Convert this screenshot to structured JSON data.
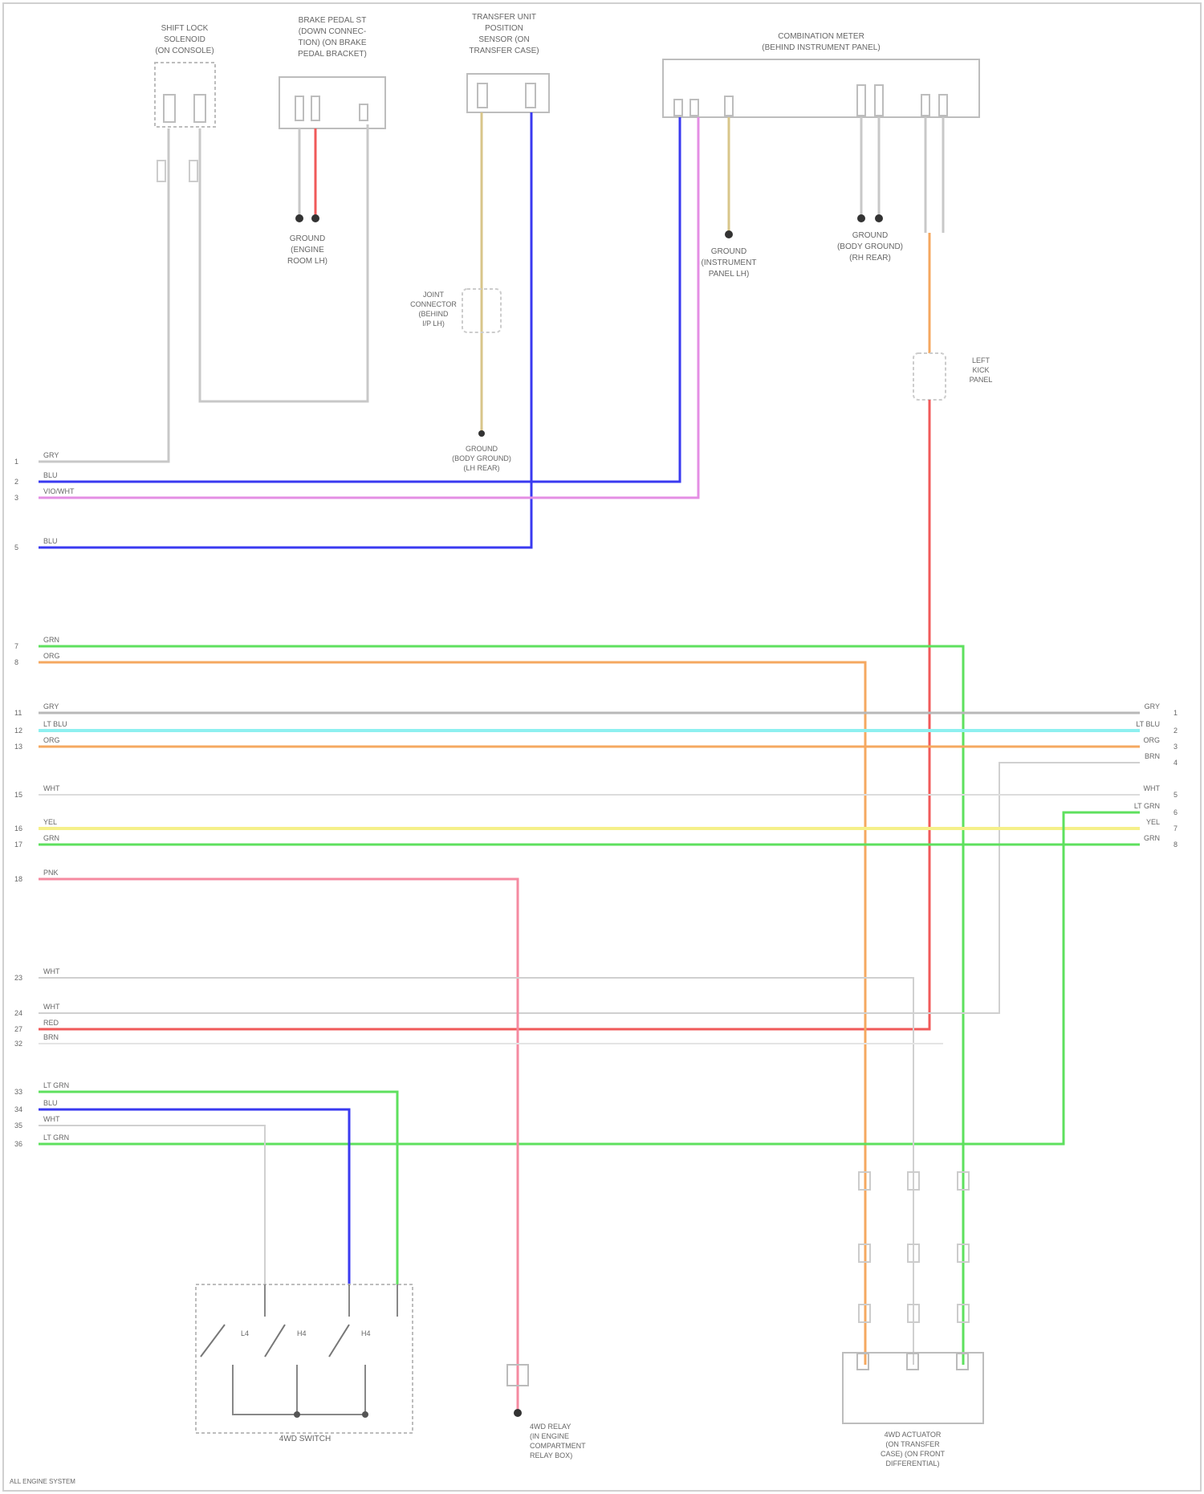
{
  "diagram": {
    "footer_code": "ALL ENGINE SYSTEM",
    "components": {
      "shift_lock_switch": {
        "title_lines": [
          "SHIFT LOCK",
          "SOLENOID",
          "(ON CONSOLE)"
        ]
      },
      "brake_pedal_switch": {
        "title_lines": [
          "BRAKE PEDAL ST",
          "(DOWN CONNEC-",
          "TION) (ON BRAKE",
          "PEDAL BRACKET)"
        ]
      },
      "transmission_range_sensor": {
        "title_lines": [
          "TRANSFER UNIT",
          "POSITION",
          "SENSOR (ON",
          "TRANSFER CASE)"
        ]
      },
      "combination_meter": {
        "title_lines": [
          "COMBINATION METER",
          "(BEHIND INSTRUMENT PANEL)"
        ]
      },
      "fuse_block": {
        "title_lines": [
          "I/P JUNCTION BLOCK"
        ]
      },
      "gear_switch": {
        "title": "4WD SWITCH",
        "contacts": [
          "L4",
          "H4",
          "H4"
        ]
      },
      "sensor_box": {
        "title_lines": [
          "4WD ACTUATOR",
          "(ON TRANSFER",
          "CASE) (ON FRONT",
          "DIFFERENTIAL)"
        ]
      },
      "bottom_ground": {
        "title_lines": [
          "4WD RELAY",
          "(IN ENGINE",
          "COMPARTMENT",
          "RELAY BOX)"
        ]
      }
    },
    "ground_labels": {
      "left": [
        "GROUND",
        "(BODY GROUND)",
        "(LH REAR)"
      ],
      "middle": [
        "GROUND",
        "(ENGINE",
        "ROOM LH)"
      ],
      "meter": [
        "GROUND",
        "(INSTRUMENT",
        "PANEL LH)"
      ],
      "right_meter": [
        "GROUND",
        "(BODY GROUND)",
        "(RH REAR)"
      ],
      "splice": [
        "JOINT",
        "CONNECTOR",
        "(BEHIND",
        "I/P LH)"
      ],
      "splice_right": [
        "LEFT",
        "KICK",
        "PANEL"
      ]
    },
    "left_pins": [
      "1",
      "2",
      "3",
      "5",
      "7",
      "8",
      "11",
      "12",
      "13",
      "15",
      "16",
      "17",
      "18",
      "23",
      "24",
      "27",
      "32",
      "33",
      "34",
      "35",
      "36"
    ],
    "right_pins": [
      "1",
      "2",
      "3",
      "4",
      "5",
      "6",
      "7",
      "8"
    ],
    "wire_labels": {
      "gry1": "GRY",
      "blu1": "BLU",
      "vio": "VIO/WHT",
      "blu2": "BLU",
      "grn1": "GRN",
      "org1": "ORG",
      "gry2": "GRY",
      "ltblu": "LT BLU",
      "org2": "ORG",
      "wht1": "WHT",
      "yel": "YEL",
      "grn2": "GRN",
      "pnk": "PNK",
      "wht2": "WHT",
      "wht3": "WHT",
      "red": "RED",
      "brn": "BRN",
      "ltgrn1": "LT GRN",
      "blu3": "BLU",
      "wht4": "WHT",
      "ltgrn2": "LT GRN",
      "r_gry": "GRY",
      "r_ltblu": "LT BLU",
      "r_org": "ORG",
      "r_brn": "BRN",
      "r_wht": "WHT",
      "r_ltgrn": "LT GRN",
      "r_yel": "YEL",
      "r_grn": "GRN"
    },
    "colors": {
      "gray": "#b8b8b8",
      "blue": "#3a3af0",
      "violet": "#e48ee4",
      "green": "#5ee05e",
      "orange": "#f5a860",
      "ltblue": "#8ef0f0",
      "yellow": "#f5f08a",
      "pink": "#f58aa0",
      "red": "#f05a5a",
      "tan": "#d8c68a"
    }
  }
}
